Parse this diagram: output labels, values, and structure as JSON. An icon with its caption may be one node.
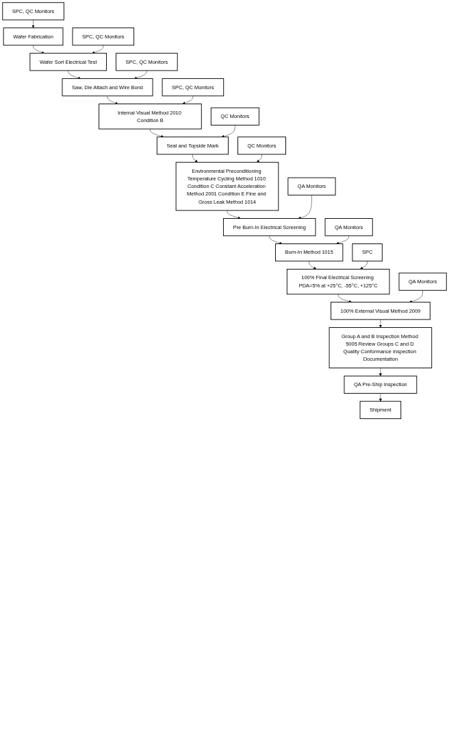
{
  "diagram": {
    "nodes": [
      {
        "text": [
          "SPC, QC Monitors"
        ]
      },
      {
        "text": [
          "Wafer Fabrication"
        ]
      },
      {
        "text": [
          "SPC, QC Monitors"
        ]
      },
      {
        "text": [
          "Wafer Sort Electrical Test"
        ]
      },
      {
        "text": [
          "SPC, QC Monitors"
        ]
      },
      {
        "text": [
          "Saw, Die Attach and Wire Bond"
        ]
      },
      {
        "text": [
          "SPC, QC Monitors"
        ]
      },
      {
        "text": [
          "Internal Visual Method 2010 Condition B"
        ]
      },
      {
        "text": [
          "QC Monitors"
        ]
      },
      {
        "text": [
          "Seal and Topside Mark"
        ]
      },
      {
        "text": [
          "QC Monitors"
        ]
      },
      {
        "text": [
          "Environmental Preconditioning Temperature Cycling Method 1010 Condition C Constant Acceleration Method 2001 Condition E Fine and Gross Leak Method 1014"
        ]
      },
      {
        "text": [
          "QA Monitors"
        ]
      },
      {
        "text": [
          "Pre Burn-In Electrical Screening"
        ]
      },
      {
        "text": [
          "QA Monitors"
        ]
      },
      {
        "text": [
          "Burn-In Method 1015"
        ]
      },
      {
        "text": [
          "SPC"
        ]
      },
      {
        "text": [
          "100% Final Electrical Screening PDA=5% at +25°C, -55°C, +125°C"
        ]
      },
      {
        "text": [
          "QA Monitors"
        ]
      },
      {
        "text": [
          "100% External Visual Method 2009"
        ]
      },
      {
        "text": [
          "Group A and B Inspection Method 5005 Review Groups C and D Quality Conformance Inspection Documentation"
        ]
      },
      {
        "text": [
          "QA Pre-Ship Inspection"
        ]
      },
      {
        "text": [
          "Shipment"
        ]
      }
    ],
    "edges": [
      {
        "from": 0,
        "to": 1,
        "arrow": "to"
      },
      {
        "from": 1,
        "to": 3,
        "arrow": "to"
      },
      {
        "from": 2,
        "to": 3,
        "arrow": "to"
      },
      {
        "from": 3,
        "to": 5,
        "arrow": "to"
      },
      {
        "from": 4,
        "to": 5,
        "arrow": "to"
      },
      {
        "from": 5,
        "to": 7,
        "arrow": "to"
      },
      {
        "from": 6,
        "to": 7,
        "arrow": "to"
      },
      {
        "from": 7,
        "to": 9,
        "arrow": "to"
      },
      {
        "from": 8,
        "to": 9,
        "arrow": "to"
      },
      {
        "from": 9,
        "to": 11,
        "arrow": "to"
      },
      {
        "from": 10,
        "to": 11,
        "arrow": "to"
      },
      {
        "from": 11,
        "to": 13,
        "arrow": "to"
      },
      {
        "from": 12,
        "to": 13,
        "arrow": "to"
      },
      {
        "from": 13,
        "to": 15,
        "arrow": "to"
      },
      {
        "from": 14,
        "to": 15,
        "arrow": "to"
      },
      {
        "from": 15,
        "to": 17,
        "arrow": "to"
      },
      {
        "from": 16,
        "to": 17,
        "arrow": "to"
      },
      {
        "from": 17,
        "to": 19,
        "arrow": "to"
      },
      {
        "from": 18,
        "to": 19,
        "arrow": "to"
      },
      {
        "from": 19,
        "to": 20,
        "arrow": "to"
      },
      {
        "from": 20,
        "to": 21,
        "arrow": "to"
      },
      {
        "from": 21,
        "to": 22,
        "arrow": "to"
      }
    ]
  }
}
